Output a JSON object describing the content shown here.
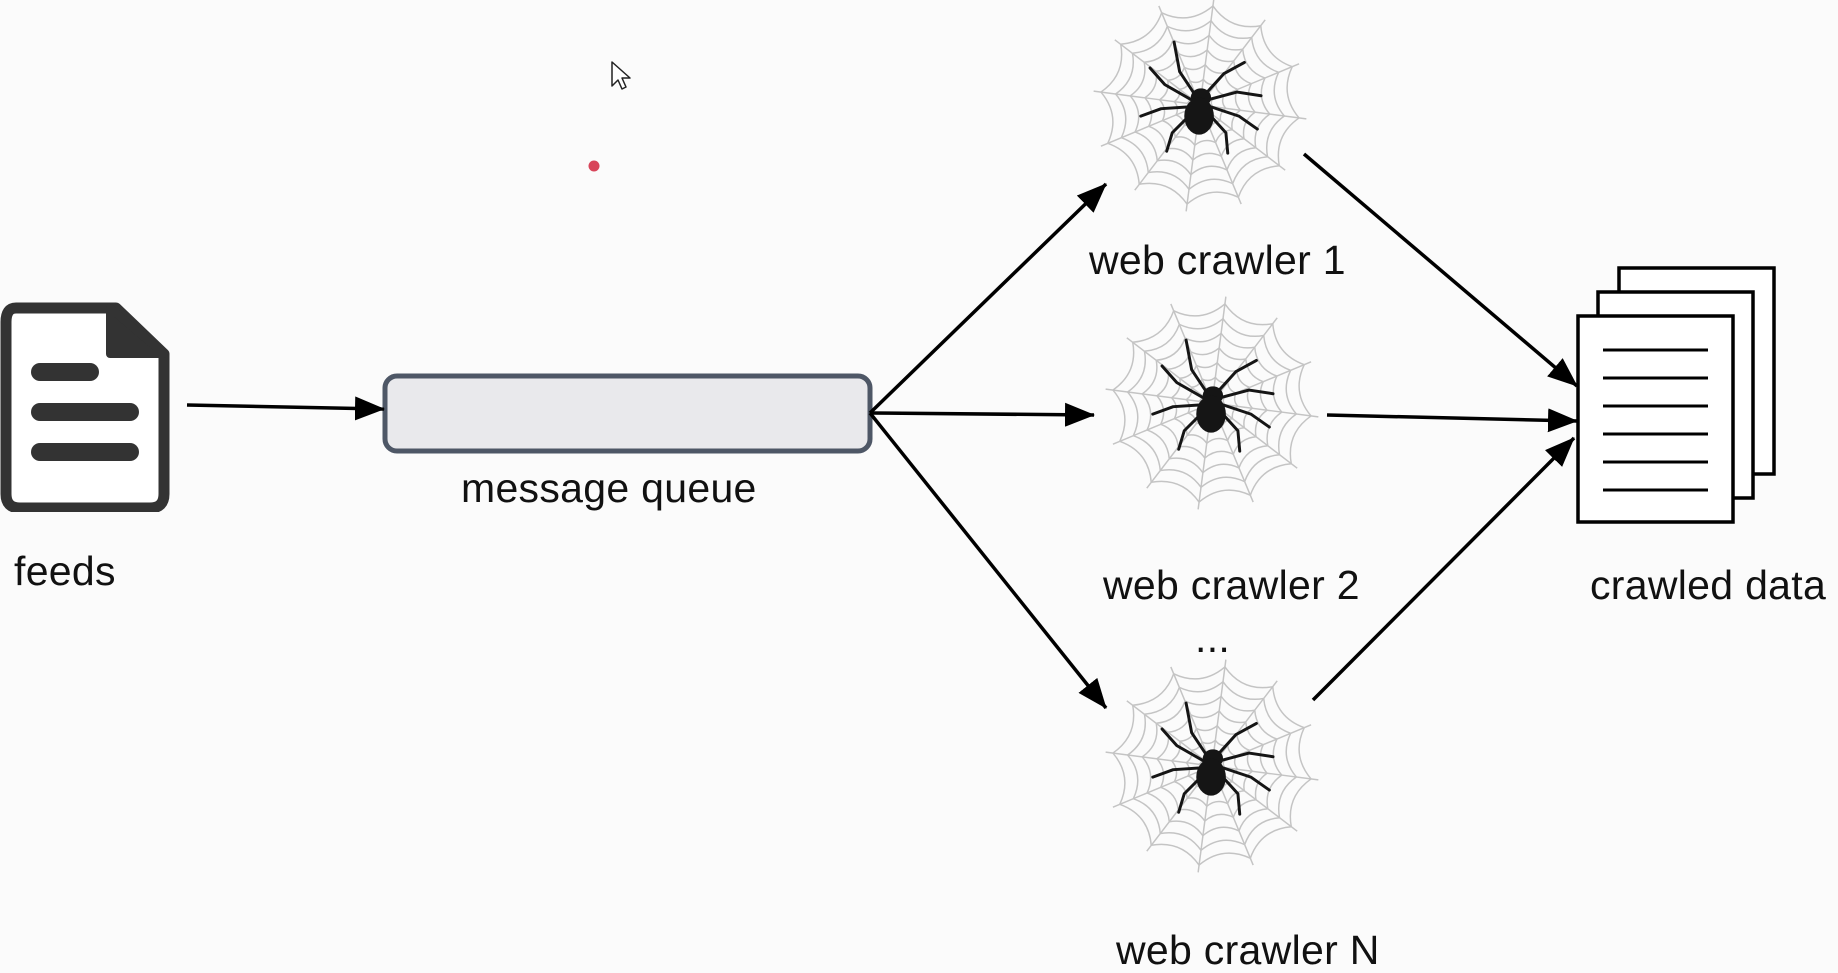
{
  "nodes": {
    "feeds": {
      "label": "feeds",
      "icon": "document-icon"
    },
    "queue": {
      "label": "message queue",
      "fill": "#e9e9ec",
      "stroke": "#4e5766"
    },
    "crawler_1": {
      "label": "web crawler 1",
      "icon": "spider-web-icon"
    },
    "crawler_2": {
      "label": "web crawler 2",
      "icon": "spider-web-icon"
    },
    "ellipsis": {
      "label": "..."
    },
    "crawler_n": {
      "label": "web crawler N",
      "icon": "spider-web-icon"
    },
    "crawled_data": {
      "label": "crawled data",
      "icon": "stacked-documents-icon"
    }
  },
  "edges": [
    {
      "from": "feeds",
      "to": "queue"
    },
    {
      "from": "queue",
      "to": "crawler_1"
    },
    {
      "from": "queue",
      "to": "crawler_2"
    },
    {
      "from": "queue",
      "to": "crawler_n"
    },
    {
      "from": "crawler_1",
      "to": "crawled_data"
    },
    {
      "from": "crawler_2",
      "to": "crawled_data"
    },
    {
      "from": "crawler_n",
      "to": "crawled_data"
    }
  ],
  "colors": {
    "background": "#fbfbfb",
    "arrow": "#000000",
    "laser_pointer": "#d8455a",
    "web": "#c4c4c4",
    "spider": "#151515"
  }
}
